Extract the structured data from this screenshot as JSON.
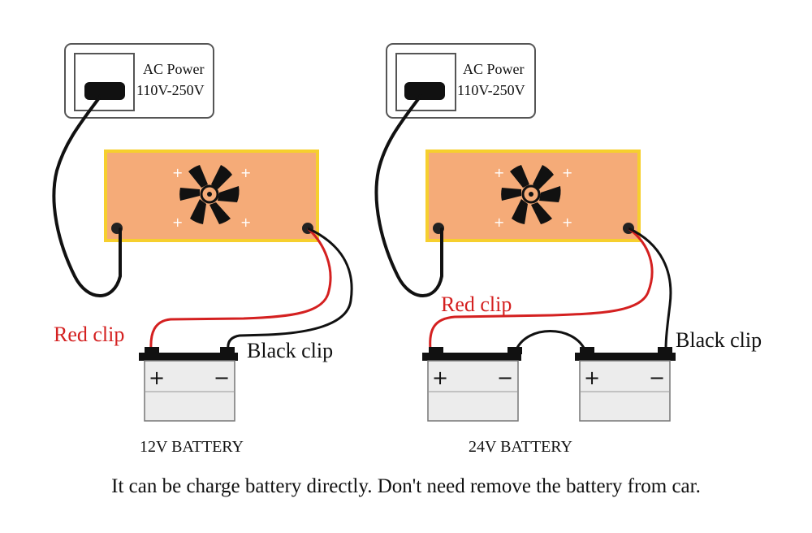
{
  "left": {
    "ac_power_line1": "AC Power",
    "ac_power_line2": "110V-250V",
    "red_clip": "Red clip",
    "black_clip": "Black clip",
    "battery_label": "12V BATTERY",
    "plus": "+",
    "minus": "−"
  },
  "right": {
    "ac_power_line1": "AC Power",
    "ac_power_line2": "110V-250V",
    "red_clip": "Red clip",
    "black_clip": "Black clip",
    "battery_label": "24V BATTERY",
    "plus": "+",
    "minus": "−"
  },
  "caption": "It can be charge battery directly. Don't need remove the battery from car.",
  "colors": {
    "charger_body": "#f5ab78",
    "charger_border": "#f6cf2e",
    "red_wire": "#d42020",
    "battery_fill": "#ececec",
    "outlet_border": "#555555"
  }
}
